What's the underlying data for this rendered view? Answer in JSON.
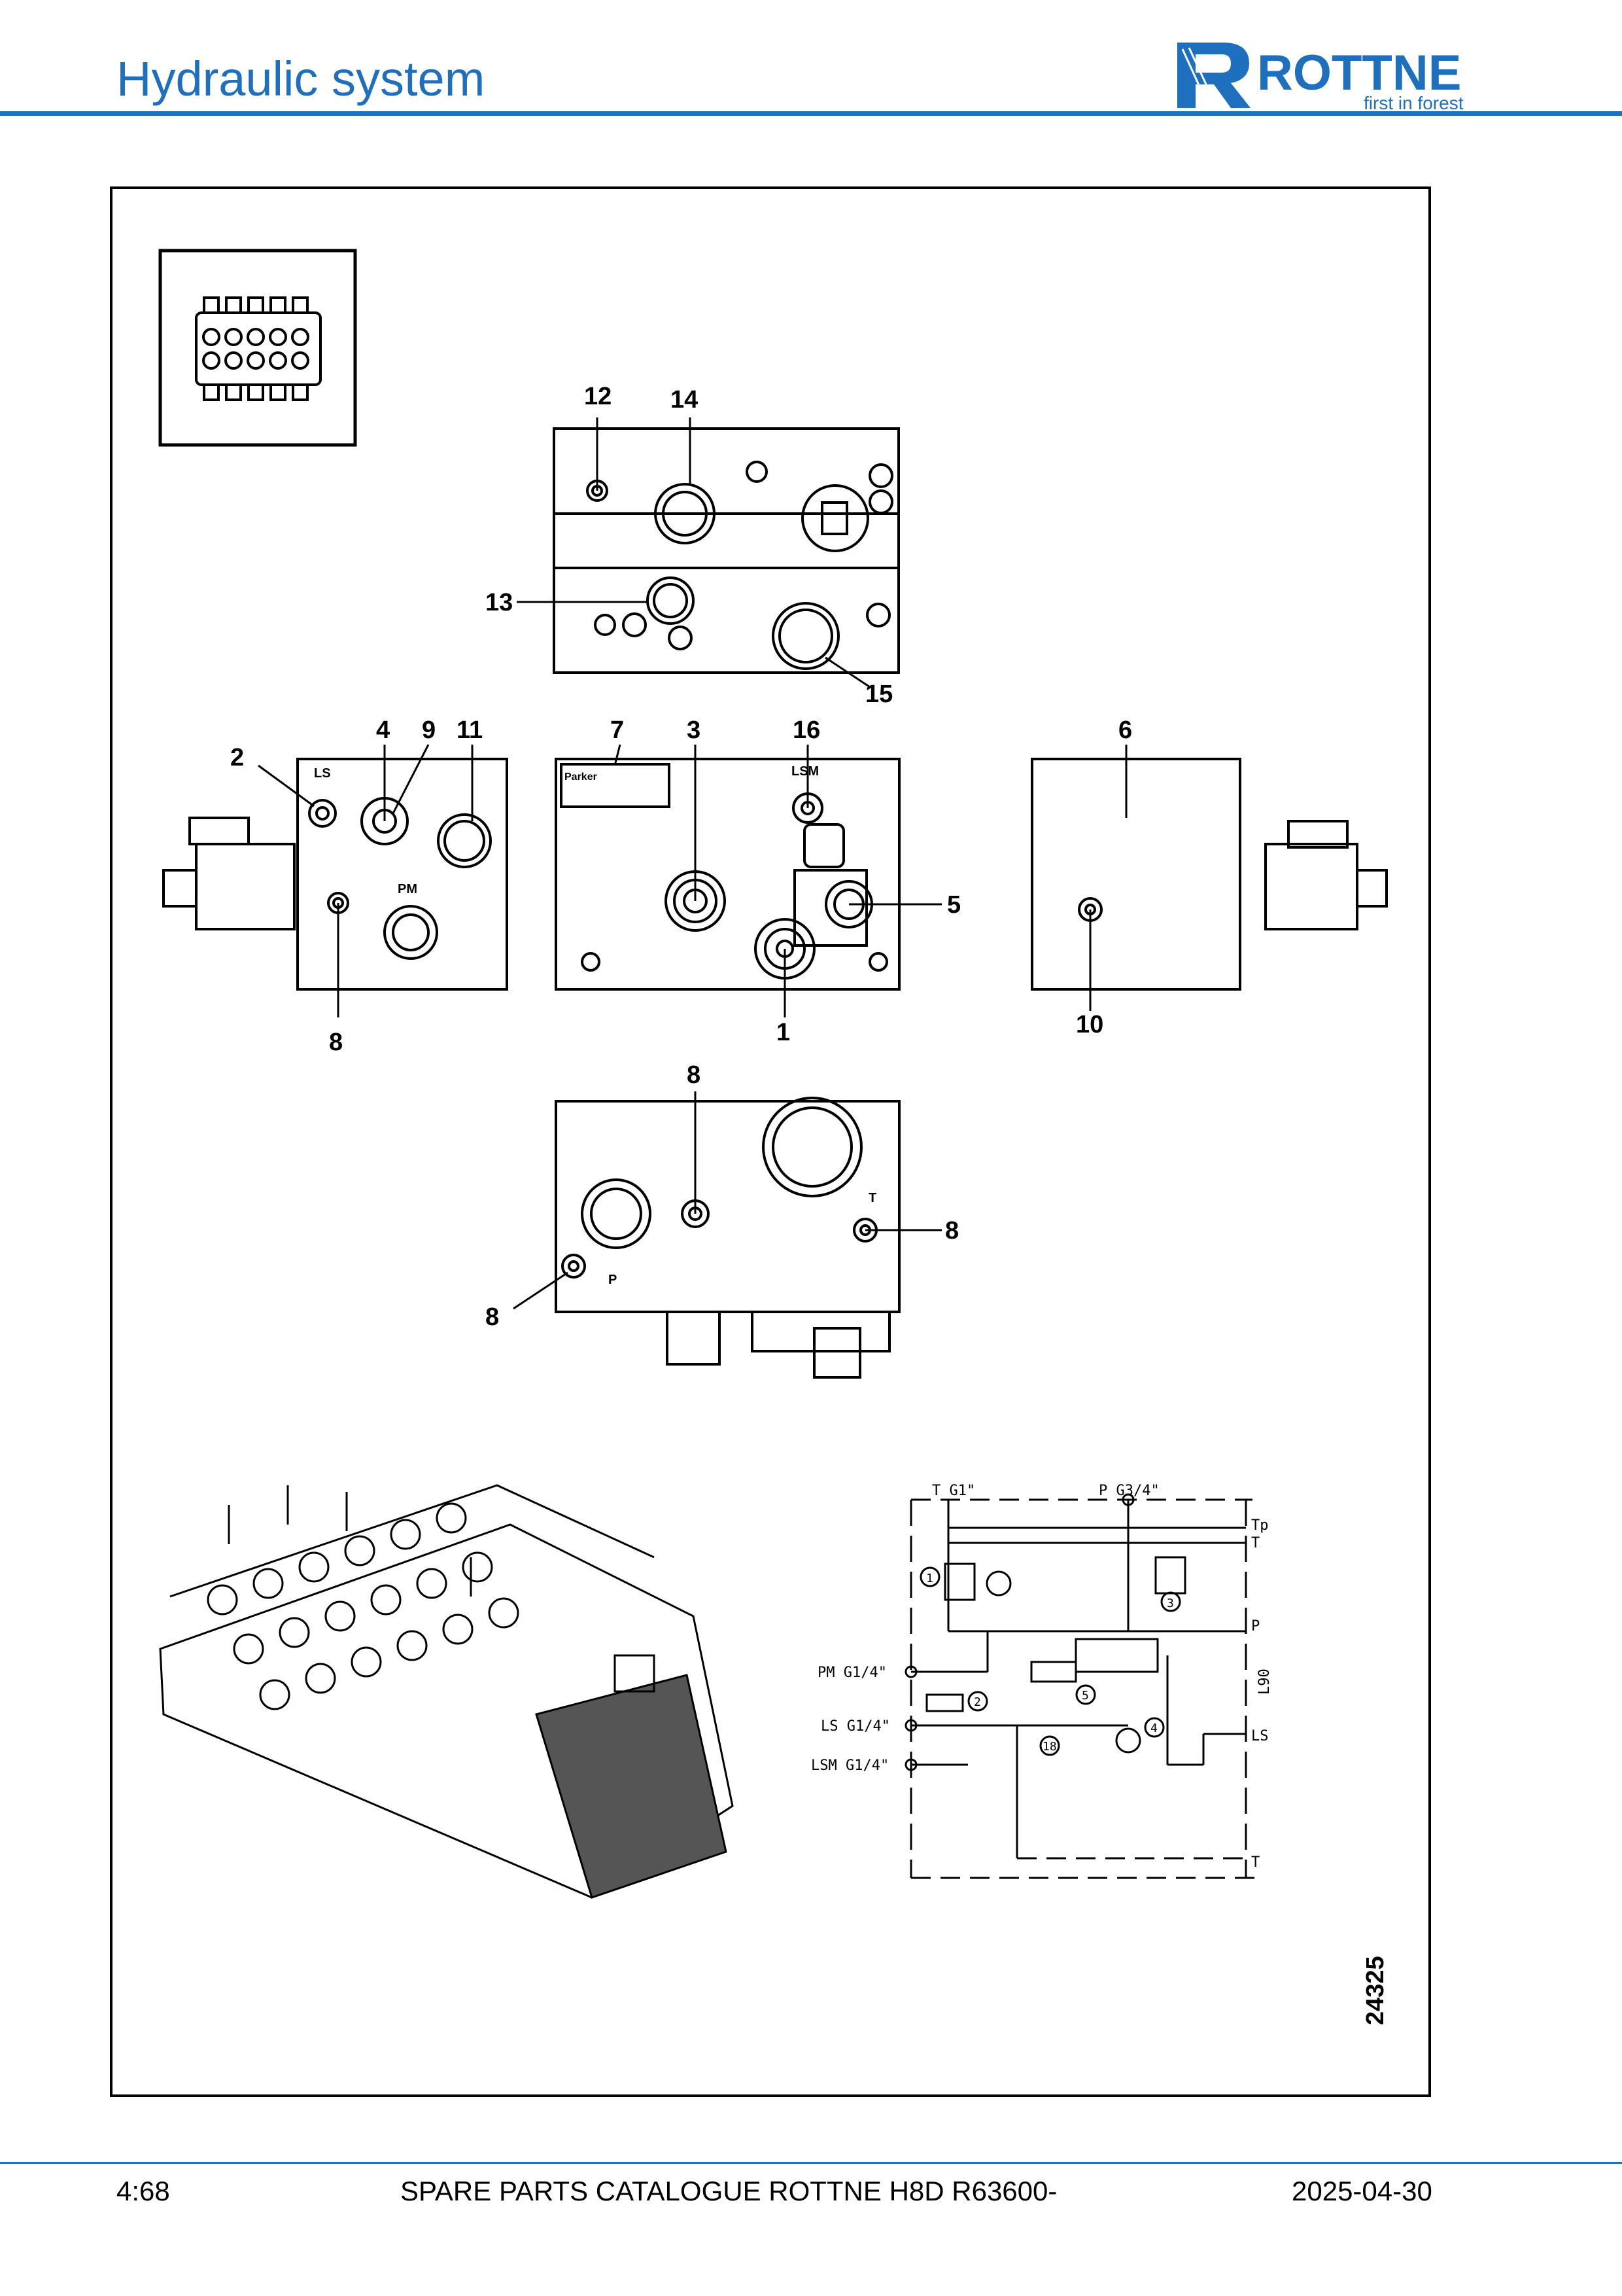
{
  "header": {
    "title": "Hydraulic system",
    "logo_text": "ROTTNE",
    "logo_tagline": "first in forest"
  },
  "figure": {
    "drawing_number": "24325",
    "callouts": {
      "c1": "1",
      "c2": "2",
      "c3": "3",
      "c4": "4",
      "c5": "5",
      "c6": "6",
      "c7": "7",
      "c8a": "8",
      "c8b": "8",
      "c8c": "8",
      "c8d": "8",
      "c9": "9",
      "c10": "10",
      "c11": "11",
      "c12": "12",
      "c13": "13",
      "c14": "14",
      "c15": "15",
      "c16": "16"
    },
    "port_labels": {
      "ls": "LS",
      "lsm": "LSM",
      "pm": "PM",
      "t": "T",
      "p": "P",
      "brand": "Parker"
    },
    "schematic": {
      "t_g1": "T G1\"",
      "p_g34": "P G3/4\"",
      "tp": "Tp",
      "t_right_top": "T",
      "p_right": "P",
      "l90": "L90",
      "ls_right": "LS",
      "t_right_bottom": "T",
      "pm_port": "PM G1/4\"",
      "ls_port": "LS G1/4\"",
      "lsm_port": "LSM G1/4\"",
      "n1": "1",
      "n2": "2",
      "n3": "3",
      "n4": "4",
      "n5": "5",
      "n18": "18"
    }
  },
  "footer": {
    "page": "4:68",
    "catalogue": "SPARE PARTS CATALOGUE ROTTNE H8D R63600-",
    "date": "2025-04-30"
  },
  "colors": {
    "brand_blue": "#1f6fbf"
  }
}
